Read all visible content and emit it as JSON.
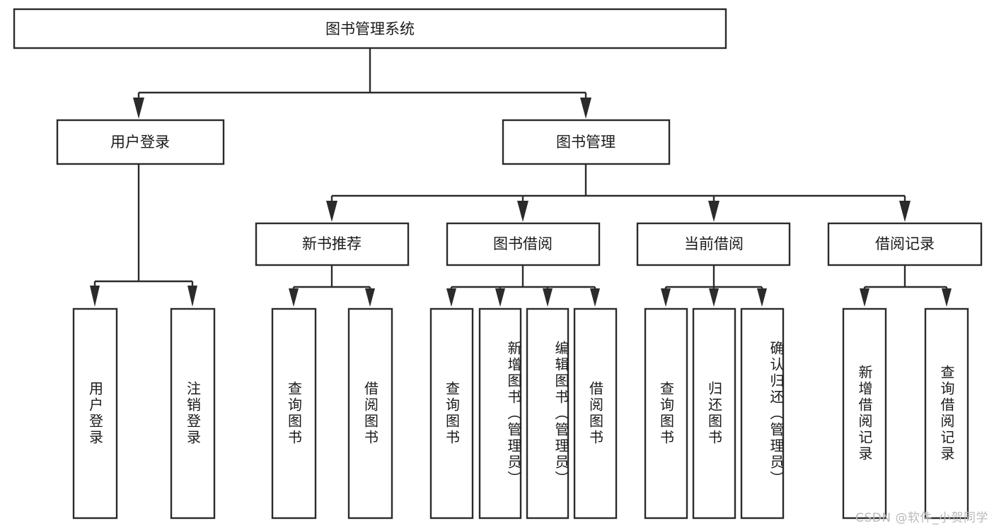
{
  "diagram": {
    "type": "tree",
    "title": "图书管理系统",
    "orientation": "top-down",
    "colors": {
      "box_stroke": "#2b2b2b",
      "box_fill": "#ffffff",
      "connector": "#2b2b2b",
      "text": "#1a1a1a",
      "watermark": "#b9b9b9",
      "background": "#ffffff"
    },
    "root": {
      "label": "图书管理系统"
    },
    "level2": [
      {
        "label": "用户登录"
      },
      {
        "label": "图书管理"
      }
    ],
    "level3": [
      {
        "label": "新书推荐"
      },
      {
        "label": "图书借阅"
      },
      {
        "label": "当前借阅"
      },
      {
        "label": "借阅记录"
      }
    ],
    "leaves": {
      "user_login": [
        {
          "label": "用户登录"
        },
        {
          "label": "注销登录"
        }
      ],
      "new_book": [
        {
          "label": "查询图书"
        },
        {
          "label": "借阅图书"
        }
      ],
      "book_borrow": [
        {
          "label": "查询图书"
        },
        {
          "label": "新增图书（管理员）"
        },
        {
          "label": "编辑图书（管理员）"
        },
        {
          "label": "借阅图书"
        }
      ],
      "current_borrow": [
        {
          "label": "查询图书"
        },
        {
          "label": "归还图书"
        },
        {
          "label": "确认归还（管理员）"
        }
      ],
      "borrow_record": [
        {
          "label": "新增借阅记录"
        },
        {
          "label": "查询借阅记录"
        }
      ]
    }
  },
  "watermark": {
    "text": "CSDN @软件_小贺同学"
  }
}
